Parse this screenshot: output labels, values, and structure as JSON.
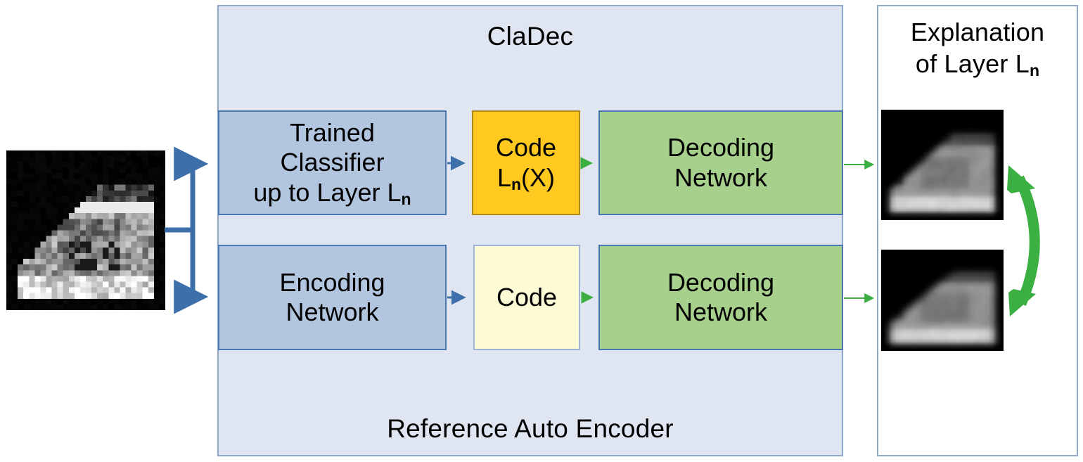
{
  "diagram": {
    "title": "ClaDec",
    "subtitle_bottom": "Reference Auto Encoder",
    "explanation_title_line1": "Explanation",
    "explanation_title_line2_pre": "of Layer L",
    "layer_subscript": "n"
  },
  "cladec_panel": {
    "title": "ClaDec",
    "bottom_caption": "Reference Auto Encoder"
  },
  "explanation_panel": {
    "title_line1": "Explanation",
    "title_line2": "of Layer L",
    "title_subscript": "n"
  },
  "top_row": {
    "classifier": {
      "line1": "Trained",
      "line2": "Classifier",
      "line3_pre": "up to Layer L",
      "line3_sub": "n"
    },
    "code": {
      "line1": "Code",
      "line2_pre": "L",
      "line2_sub": "n",
      "line2_post": "(X)"
    },
    "decoder": {
      "line1": "Decoding",
      "line2": "Network"
    }
  },
  "bottom_row": {
    "encoder": {
      "line1": "Encoding",
      "line2": "Network"
    },
    "code": {
      "line1": "Code"
    },
    "decoder": {
      "line1": "Decoding",
      "line2": "Network"
    }
  },
  "images": {
    "input": "input-sneaker-grayscale-thumbnail",
    "output_top": "reconstruction-from-classifier-layer",
    "output_bottom": "reconstruction-from-autoencoder"
  },
  "icons": {
    "input_branch_arrow": "branching-arrow-icon",
    "blue_arrow": "blue-arrow-icon",
    "green_arrow": "green-arrow-icon",
    "compare_arrow": "green-double-headed-curved-arrow-icon"
  },
  "colors": {
    "panel_background": "#dfe6f1",
    "panel_border": "#8faaca",
    "encoder_box": "#b3c6e0",
    "code_highlight_box": "#ffc920",
    "code_plain_box": "#fcfbd6",
    "decoder_box": "#a8d08d",
    "blue_arrow": "#3d6fab",
    "green_arrow": "#3caf42",
    "box_border": "#4b77b5"
  }
}
